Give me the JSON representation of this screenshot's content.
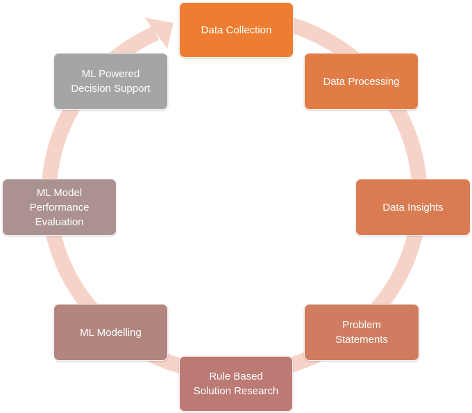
{
  "diagram": {
    "type": "cycle",
    "arrow_color": "#f6d3c8",
    "nodes": [
      {
        "label": "Data Collection",
        "color": "#ed7d31"
      },
      {
        "label": "Data Processing",
        "color": "#e27c46"
      },
      {
        "label": "Data Insights",
        "color": "#d97c53"
      },
      {
        "label": "Problem\nStatements",
        "color": "#cf7c60"
      },
      {
        "label": "Rule Based\nSolution Research",
        "color": "#bb7a73"
      },
      {
        "label": "ML Modelling",
        "color": "#b3857f"
      },
      {
        "label": "ML Model\nPerformance\nEvaluation",
        "color": "#ab9190"
      },
      {
        "label": "ML Powered\nDecision Support",
        "color": "#a5a5a5"
      }
    ]
  }
}
